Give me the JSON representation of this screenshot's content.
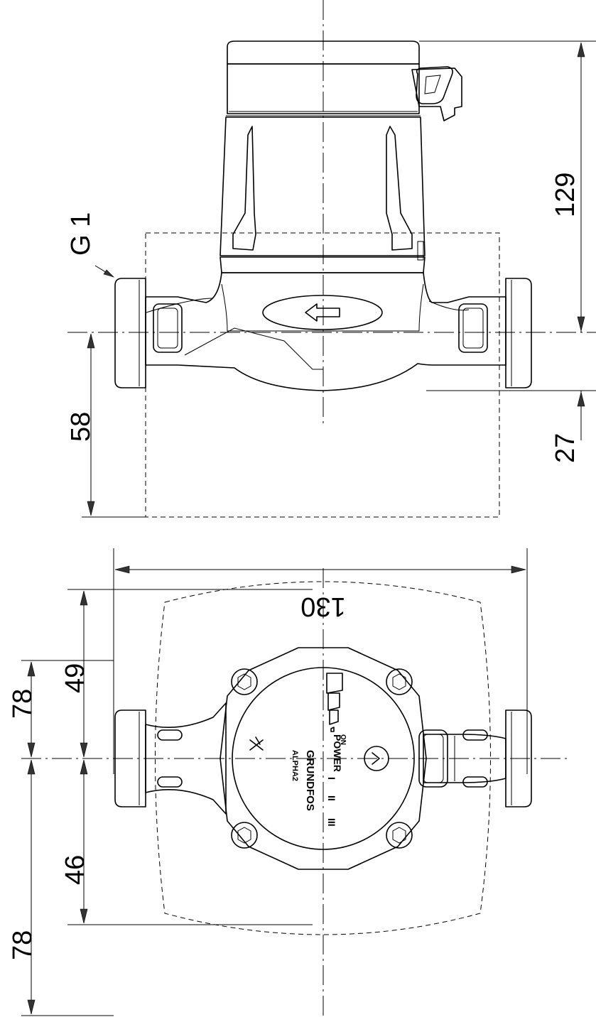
{
  "dimensions": {
    "motor_height": "129",
    "lower_depth": "27",
    "housing_depth": "58",
    "thread": "G 1",
    "overall_length": "130",
    "top_half_outer": "78",
    "top_half_inner": "49",
    "bottom_half_inner": "46",
    "bottom_half_outer": "78"
  },
  "panel": {
    "brand": "GRUNDFOS",
    "model": "ALPHA2",
    "power_label": "POWER",
    "on_label": "ON",
    "speed_1": "I",
    "speed_2": "II",
    "speed_3": "III"
  }
}
